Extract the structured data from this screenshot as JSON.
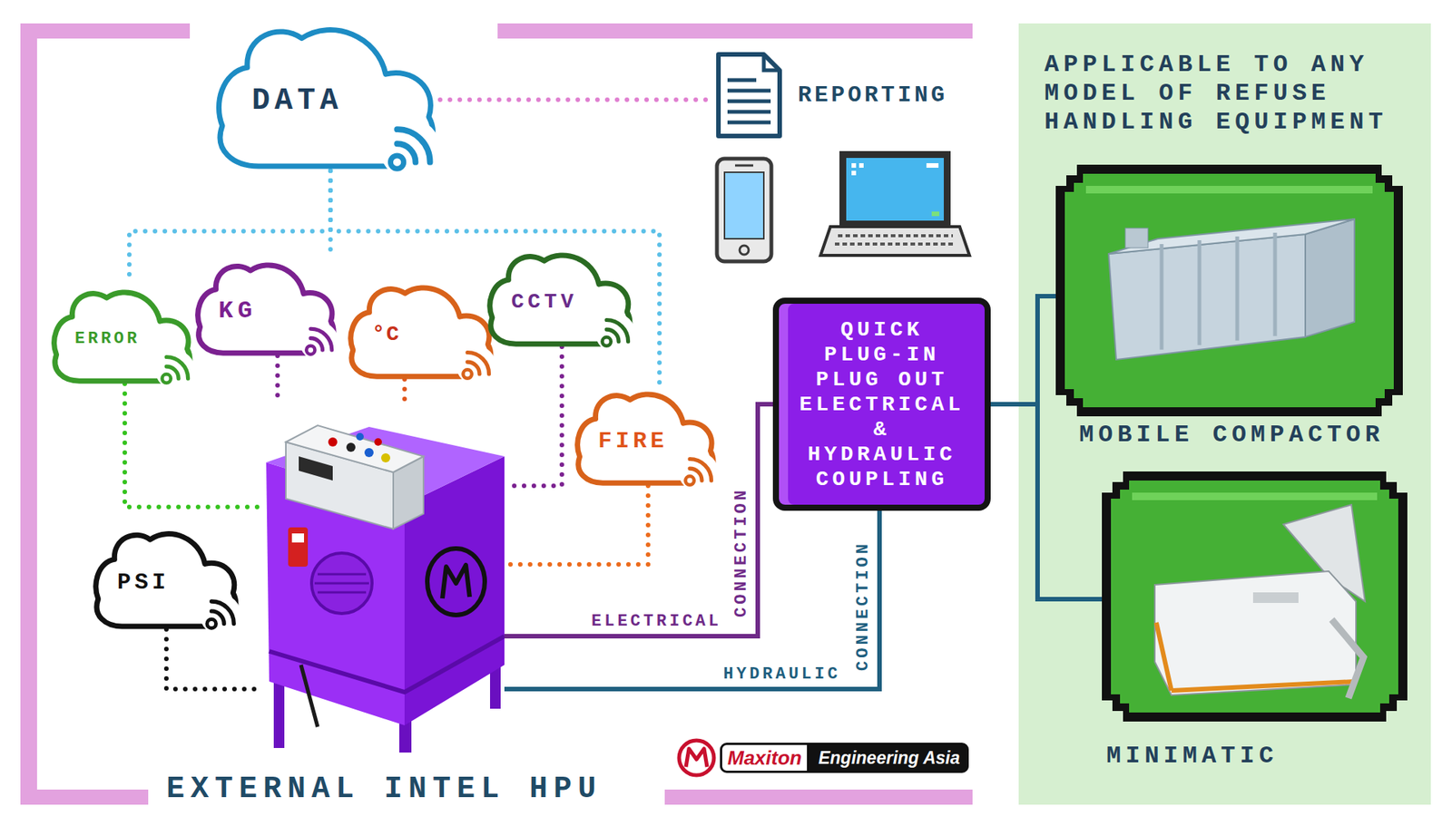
{
  "diagram": {
    "nodes": [
      {
        "text": [
          "DATA"
        ]
      },
      {
        "text": [
          "REPORTING"
        ]
      },
      {
        "text": [
          "ERROR"
        ]
      },
      {
        "text": [
          "KG"
        ]
      },
      {
        "text": [
          "°C"
        ]
      },
      {
        "text": [
          "CCTV"
        ]
      },
      {
        "text": [
          "FIRE"
        ]
      },
      {
        "text": [
          "QUICK PLUG-IN PLUG OUT ELECTRICAL & HYDRAULIC COUPLING"
        ]
      },
      {
        "text": [
          "PSI"
        ]
      },
      {
        "text": [
          "EXTERNAL INTEL HPU"
        ]
      },
      {
        "text": [
          "APPLICABLE TO ANY MODEL OF REFUSE HANDLING EQUIPMENT"
        ]
      },
      {
        "text": [
          "MOBILE COMPACTOR"
        ],
        "in": 10
      },
      {
        "text": [
          "MINIMATIC"
        ],
        "in": 10
      }
    ],
    "edges": [
      {
        "from": 0,
        "to": 1,
        "arrow": "none"
      },
      {
        "from": 0,
        "to": 2,
        "arrow": "none"
      },
      {
        "from": 0,
        "to": 3,
        "arrow": "none"
      },
      {
        "from": 0,
        "to": 6,
        "arrow": "none"
      },
      {
        "from": 2,
        "to": 9,
        "arrow": "none"
      },
      {
        "from": 3,
        "to": 9,
        "arrow": "none"
      },
      {
        "from": 4,
        "to": 9,
        "arrow": "none"
      },
      {
        "from": 5,
        "to": 9,
        "arrow": "none"
      },
      {
        "from": 6,
        "to": 9,
        "arrow": "none"
      },
      {
        "from": 8,
        "to": 9,
        "arrow": "none"
      },
      {
        "from": 9,
        "to": 7,
        "label": "ELECTRICAL",
        "arrow": "none"
      },
      {
        "from": 9,
        "to": 7,
        "label": "HYDRAULIC",
        "arrow": "none"
      },
      {
        "from": 7,
        "to": 11,
        "arrow": "none"
      },
      {
        "from": 7,
        "to": 12,
        "arrow": "none"
      }
    ],
    "labels": [
      "CONNECTION",
      "CONNECTION",
      "Maxiton",
      "Engineering Asia"
    ]
  }
}
